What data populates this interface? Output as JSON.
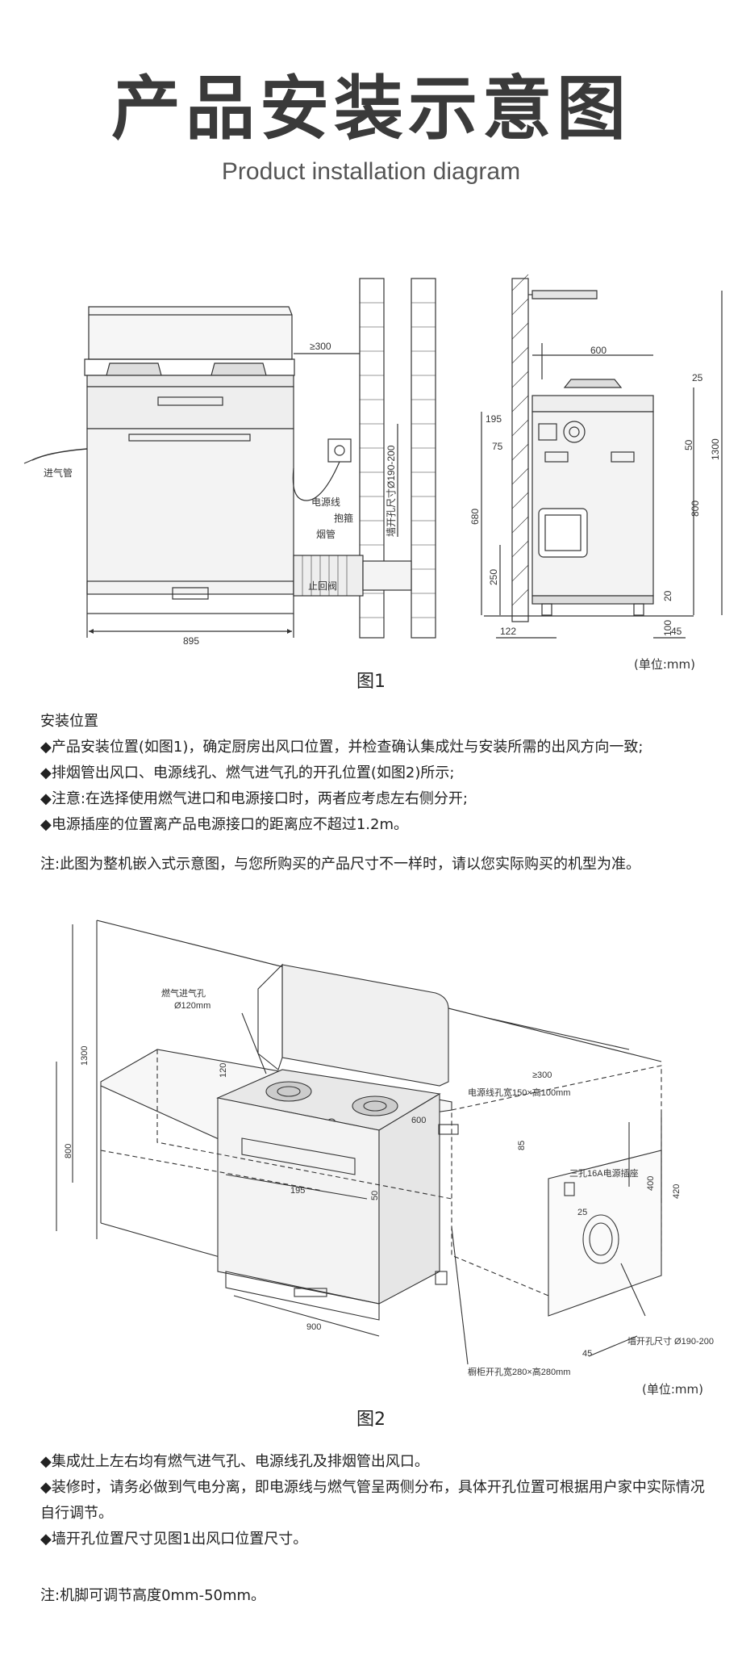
{
  "header": {
    "title_cn": "产品安装示意图",
    "title_en": "Product installation diagram"
  },
  "figure1": {
    "labels": {
      "gas_inlet": "进气管",
      "gte300": "≥300",
      "power_cord": "电源线",
      "clamp": "抱箍",
      "flue": "烟管",
      "check_valve": "止回阀",
      "wall_hole": "墙开孔尺寸Ø190-200",
      "width": "895",
      "d600": "600",
      "d25": "25",
      "d195": "195",
      "d75": "75",
      "d50": "50",
      "d1300": "1300",
      "d680": "680",
      "d800": "800",
      "d250": "250",
      "d20": "20",
      "d100": "100",
      "d122": "122",
      "d45": "45"
    },
    "unit": "(单位:mm)",
    "caption": "图1"
  },
  "section1": {
    "heading": "安装位置",
    "items": [
      "◆产品安装位置(如图1)，确定厨房出风口位置，并检查确认集成灶与安装所需的出风方向一致;",
      "◆排烟管出风口、电源线孔、燃气进气孔的开孔位置(如图2)所示;",
      "◆注意:在选择使用燃气进口和电源接口时，两者应考虑左右侧分开;",
      "◆电源插座的位置离产品电源接口的距离应不超过1.2m。"
    ],
    "note": "注:此图为整机嵌入式示意图，与您所购买的产品尺寸不一样时，请以您实际购买的机型为准。"
  },
  "figure2": {
    "labels": {
      "gas_hole": "燃气进气孔",
      "gas_hole_size": "Ø120mm",
      "d120": "120",
      "d1300": "1300",
      "d800": "800",
      "gte300": "≥300",
      "power_hole": "电源线孔宽150×高100mm",
      "d600": "600",
      "d85": "85",
      "d195": "195",
      "d50": "50",
      "socket": "三孔16A电源插座",
      "d400": "400",
      "d420": "420",
      "d25": "25",
      "d900": "900",
      "wall_hole": "墙开孔尺寸 Ø190-200",
      "d45": "45",
      "cabinet_hole": "橱柜开孔宽280×高280mm"
    },
    "unit": "(单位:mm)",
    "caption": "图2"
  },
  "section2": {
    "items": [
      "◆集成灶上左右均有燃气进气孔、电源线孔及排烟管出风口。",
      "◆装修时，请务必做到气电分离，即电源线与燃气管呈两侧分布，具体开孔位置可根据用户家中实际情况自行调节。",
      "◆墙开孔位置尺寸见图1出风口位置尺寸。"
    ],
    "note": "注:机脚可调节高度0mm-50mm。"
  }
}
